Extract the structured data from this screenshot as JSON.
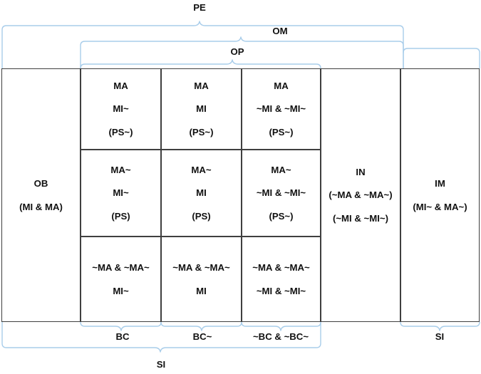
{
  "diagram": {
    "title_labels": {
      "pe": "PE",
      "om": "OM",
      "op": "OP",
      "bc": "BC",
      "bc_tilde": "BC~",
      "bc_neither": "~BC & ~BC~",
      "si_left": "SI",
      "si_right": "SI"
    },
    "colors": {
      "bracket": "#a8cdea",
      "cell_border": "#3f3f3f",
      "text": "#111111",
      "background": "#ffffff"
    },
    "columns": [
      {
        "key": "ob",
        "label": "OB"
      },
      {
        "key": "c1",
        "label": "BC"
      },
      {
        "key": "c2",
        "label": "BC~"
      },
      {
        "key": "c3",
        "label": "~BC & ~BC~"
      },
      {
        "key": "in",
        "label": "IN"
      },
      {
        "key": "im",
        "label": "IM"
      }
    ],
    "cells": {
      "ob": [
        "OB",
        "(MI & MA)"
      ],
      "in": [
        "IN",
        "(~MA & ~MA~)",
        "(~MI & ~MI~)"
      ],
      "im": [
        "IM",
        "(MI~ & MA~)"
      ],
      "r1c1": [
        "MA",
        "MI~",
        "(PS~)"
      ],
      "r1c2": [
        "MA",
        "MI",
        "(PS~)"
      ],
      "r1c3": [
        "MA",
        "~MI & ~MI~",
        "(PS~)"
      ],
      "r2c1": [
        "MA~",
        "MI~",
        "(PS)"
      ],
      "r2c2": [
        "MA~",
        "MI",
        "(PS)"
      ],
      "r2c3": [
        "MA~",
        "~MI & ~MI~",
        "(PS~)"
      ],
      "r3c1": [
        "~MA & ~MA~",
        "MI~"
      ],
      "r3c2": [
        "~MA & ~MA~",
        "MI"
      ],
      "r3c3": [
        "~MA & ~MA~",
        "~MI & ~MI~"
      ]
    }
  }
}
